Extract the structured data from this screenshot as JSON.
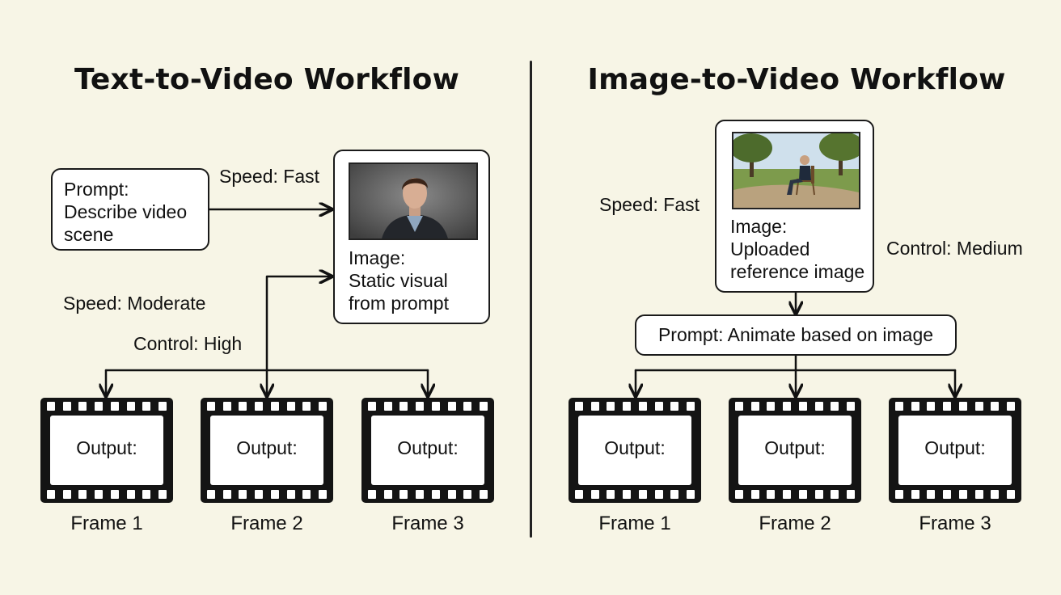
{
  "left": {
    "title": "Text-to-Video Workflow",
    "prompt_box": {
      "line1": "Prompt:",
      "line2": "Describe video",
      "line3": "scene"
    },
    "image_box": {
      "line1": "Image:",
      "line2": "Static visual",
      "line3": "from prompt"
    },
    "speed_fast": "Speed: Fast",
    "speed_moderate": "Speed: Moderate",
    "control_high": "Control: High",
    "frames": [
      {
        "output": "Output:",
        "caption": "Frame 1"
      },
      {
        "output": "Output:",
        "caption": "Frame 2"
      },
      {
        "output": "Output:",
        "caption": "Frame 3"
      }
    ]
  },
  "right": {
    "title": "Image-to-Video Workflow",
    "image_box": {
      "line1": "Image:",
      "line2": "Uploaded",
      "line3": "reference image"
    },
    "speed_fast": "Speed: Fast",
    "control_medium": "Control: Medium",
    "prompt_box": "Prompt: Animate based on image",
    "frames": [
      {
        "output": "Output:",
        "caption": "Frame 1"
      },
      {
        "output": "Output:",
        "caption": "Frame 2"
      },
      {
        "output": "Output:",
        "caption": "Frame 3"
      }
    ]
  }
}
